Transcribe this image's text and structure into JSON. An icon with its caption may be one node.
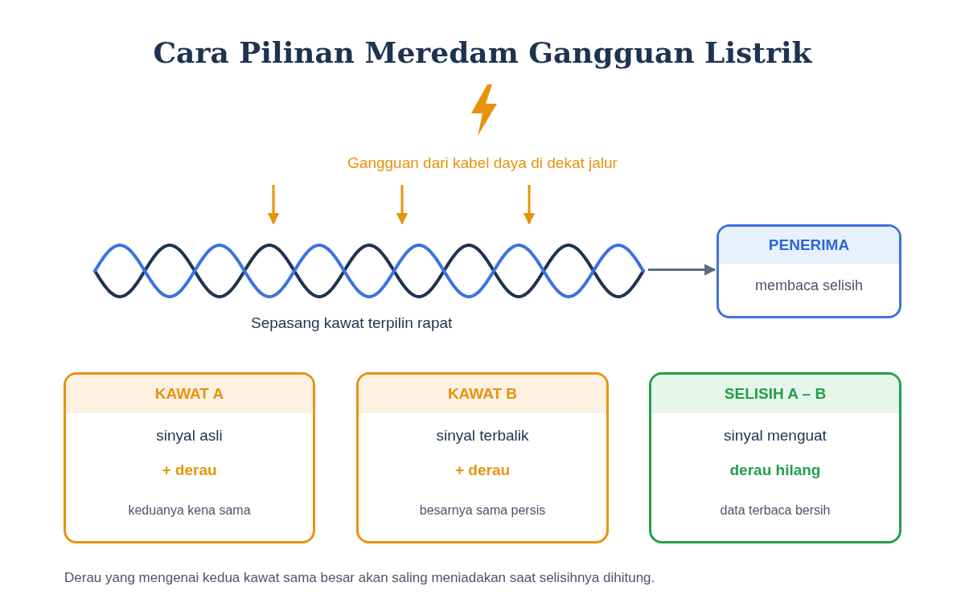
{
  "diagram": {
    "title": "Cara Pilinan Meredam Gangguan Listrik",
    "nodes": [
      {
        "text": [],
        "shape": "picture",
        "beside": [
          "Sepasang kawat terpilin rapat"
        ]
      },
      {
        "text": [
          "PENERIMA",
          "membaca selisih"
        ]
      },
      {
        "text": [
          "KAWAT A",
          "sinyal asli",
          "+ derau",
          "keduanya kena sama"
        ]
      },
      {
        "text": [
          "KAWAT B",
          "sinyal terbalik",
          "+ derau",
          "besarnya sama persis"
        ]
      },
      {
        "text": [
          "SELISIH A – B",
          "sinyal menguat",
          "derau hilang",
          "data terbaca bersih"
        ]
      }
    ],
    "edges": [
      {
        "from": 0,
        "to": 1,
        "arrow": "to",
        "color": "#5f6b7a"
      }
    ],
    "labels": [
      "Gangguan dari kabel daya di dekat jalur"
    ],
    "caption": "Derau yang mengenai kedua kawat sama besar akan saling meniadakan saat selisihnya dihitung."
  }
}
